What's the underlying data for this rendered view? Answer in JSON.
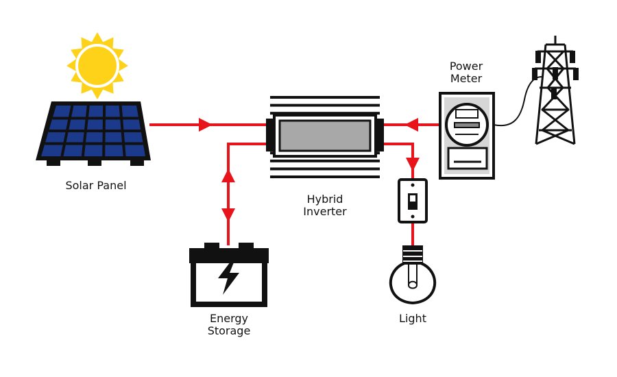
{
  "labels": {
    "solar_panel": "Solar Panel",
    "hybrid_inverter": [
      "Hybrid",
      "Inverter"
    ],
    "power_meter": [
      "Power",
      "Meter"
    ],
    "energy_storage": [
      "Energy",
      "Storage"
    ],
    "light": "Light"
  },
  "colors": {
    "wire": "#e8141b",
    "outline": "#111111",
    "sun": "#ffd21a",
    "panel": "#1c3a8c",
    "inverter_screen": "#a8a8a8",
    "meter_body": "#d6d6d6"
  },
  "icons": [
    "sun-icon",
    "solar-panel-icon",
    "inverter-icon",
    "power-meter-icon",
    "transmission-tower-icon",
    "battery-icon",
    "light-switch-icon",
    "light-bulb-icon"
  ]
}
